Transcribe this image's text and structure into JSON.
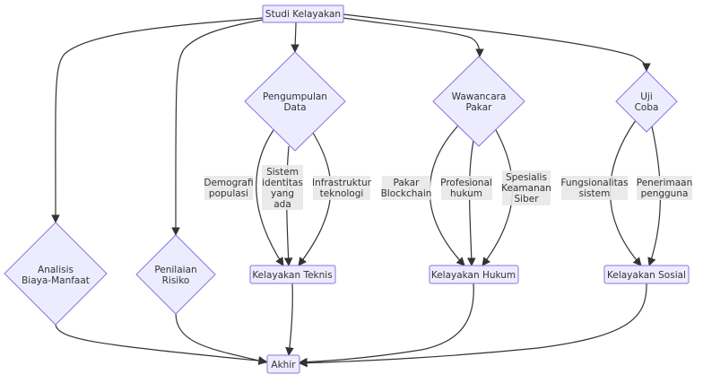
{
  "diagram": {
    "nodes": {
      "studi": "Studi Kelayakan",
      "analisis": [
        "Analisis",
        "Biaya-Manfaat"
      ],
      "penilaian": [
        "Penilaian",
        "Risiko"
      ],
      "pengumpulan": [
        "Pengumpulan",
        "Data"
      ],
      "wawancara": [
        "Wawancara",
        "Pakar"
      ],
      "uji": [
        "Uji",
        "Coba"
      ],
      "teknis": "Kelayakan Teknis",
      "hukum": "Kelayakan Hukum",
      "sosial": "Kelayakan Sosial",
      "akhir": "Akhir"
    },
    "edge_labels": {
      "demografi": [
        "Demografi",
        "populasi"
      ],
      "sistem_id": [
        "Sistem",
        "identitas",
        "yang",
        "ada"
      ],
      "infrastruktur": [
        "Infrastruktur",
        "teknologi"
      ],
      "pakar_bc": [
        "Pakar",
        "Blockchain"
      ],
      "profesional": [
        "Profesional",
        "hukum"
      ],
      "spesialis": [
        "Spesialis",
        "Keamanan",
        "Siber"
      ],
      "fungsionalitas": [
        "Fungsionalitas",
        "sistem"
      ],
      "penerimaan": [
        "Penerimaan",
        "pengguna"
      ]
    },
    "colors": {
      "node_fill": "#ECECFF",
      "node_stroke": "#9370DB",
      "edge": "#333333",
      "label_bg": "#E8E8E8"
    }
  }
}
